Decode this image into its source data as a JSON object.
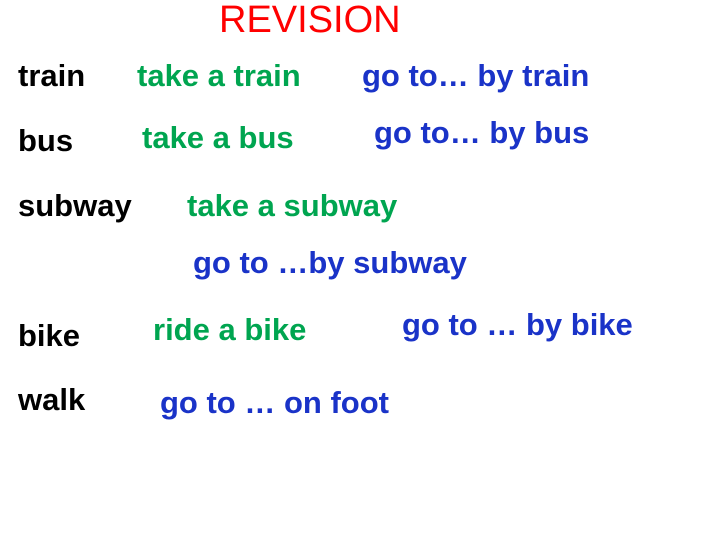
{
  "colors": {
    "title": "#ff0000",
    "word": "#000000",
    "take_phrase": "#00a550",
    "go_phrase": "#1a33c8"
  },
  "title": "REVISION",
  "rows": [
    {
      "word": "train",
      "take": "take a train",
      "go": "go to… by train"
    },
    {
      "word": "bus",
      "take": "take a bus",
      "go": "go to… by bus"
    },
    {
      "word": "subway",
      "take": "take a subway",
      "go": "go to …by subway"
    },
    {
      "word": "bike",
      "take": "ride a bike",
      "go": "go to … by bike"
    },
    {
      "word": "walk",
      "take": "",
      "go": "go to … on foot"
    }
  ]
}
